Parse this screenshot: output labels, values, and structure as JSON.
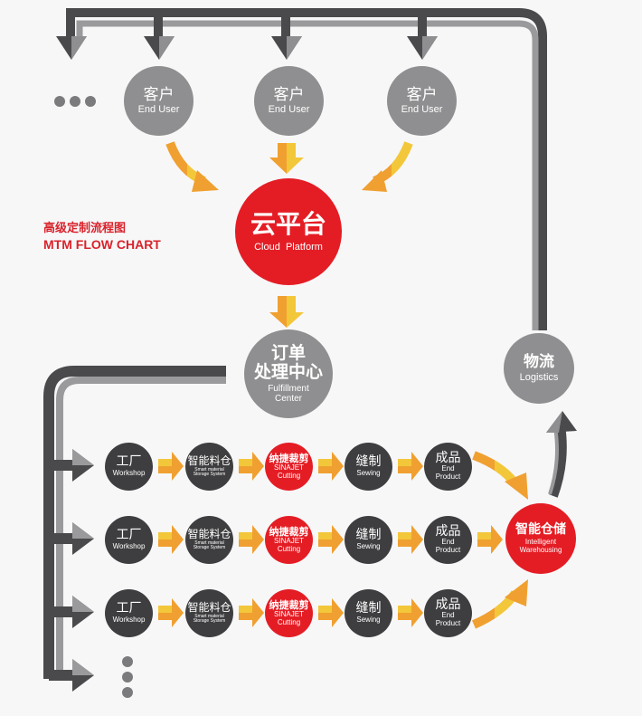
{
  "title": {
    "cn": "高级定制流程图",
    "en": "MTM FLOW CHART"
  },
  "colors": {
    "red": "#e41d25",
    "gray": "#8f8f91",
    "dark": "#3e3e40",
    "arrow_orange": "#f0a030",
    "arrow_yellow": "#f3c73a",
    "pipe_dark": "#4a4a4c",
    "pipe_light": "#9a9a9c"
  },
  "end_users": [
    {
      "cn": "客户",
      "en": "End User"
    },
    {
      "cn": "客户",
      "en": "End User"
    },
    {
      "cn": "客户",
      "en": "End User"
    }
  ],
  "cloud": {
    "cn": "云平台",
    "en": "Cloud  Platform"
  },
  "fulfillment": {
    "cn1": "订单",
    "cn2": "处理中心",
    "en1": "Fulfillment",
    "en2": "Center"
  },
  "logistics": {
    "cn": "物流",
    "en": "Logistics"
  },
  "warehouse": {
    "cn": "智能仓储",
    "en1": "Intelligent",
    "en2": "Warehousing"
  },
  "rows": [
    {
      "workshop": {
        "cn": "工厂",
        "en": "Workshop"
      },
      "storage": {
        "cn": "智能料仓",
        "en1": "Smart material",
        "en2": "Storage System"
      },
      "cutting": {
        "cn": "纳捷裁剪",
        "en1": "SINAJET",
        "en2": "Cutting"
      },
      "sewing": {
        "cn": "缝制",
        "en": "Sewing"
      },
      "product": {
        "cn": "成品",
        "en1": "End",
        "en2": "Product"
      }
    },
    {
      "workshop": {
        "cn": "工厂",
        "en": "Workshop"
      },
      "storage": {
        "cn": "智能料仓",
        "en1": "Smart material",
        "en2": "Storage System"
      },
      "cutting": {
        "cn": "纳捷裁剪",
        "en1": "SINAJET",
        "en2": "Cutting"
      },
      "sewing": {
        "cn": "缝制",
        "en": "Sewing"
      },
      "product": {
        "cn": "成品",
        "en1": "End",
        "en2": "Product"
      }
    },
    {
      "workshop": {
        "cn": "工厂",
        "en": "Workshop"
      },
      "storage": {
        "cn": "智能料仓",
        "en1": "Smart material",
        "en2": "Storage System"
      },
      "cutting": {
        "cn": "纳捷裁剪",
        "en1": "SINAJET",
        "en2": "Cutting"
      },
      "sewing": {
        "cn": "缝制",
        "en": "Sewing"
      },
      "product": {
        "cn": "成品",
        "en1": "End",
        "en2": "Product"
      }
    }
  ]
}
